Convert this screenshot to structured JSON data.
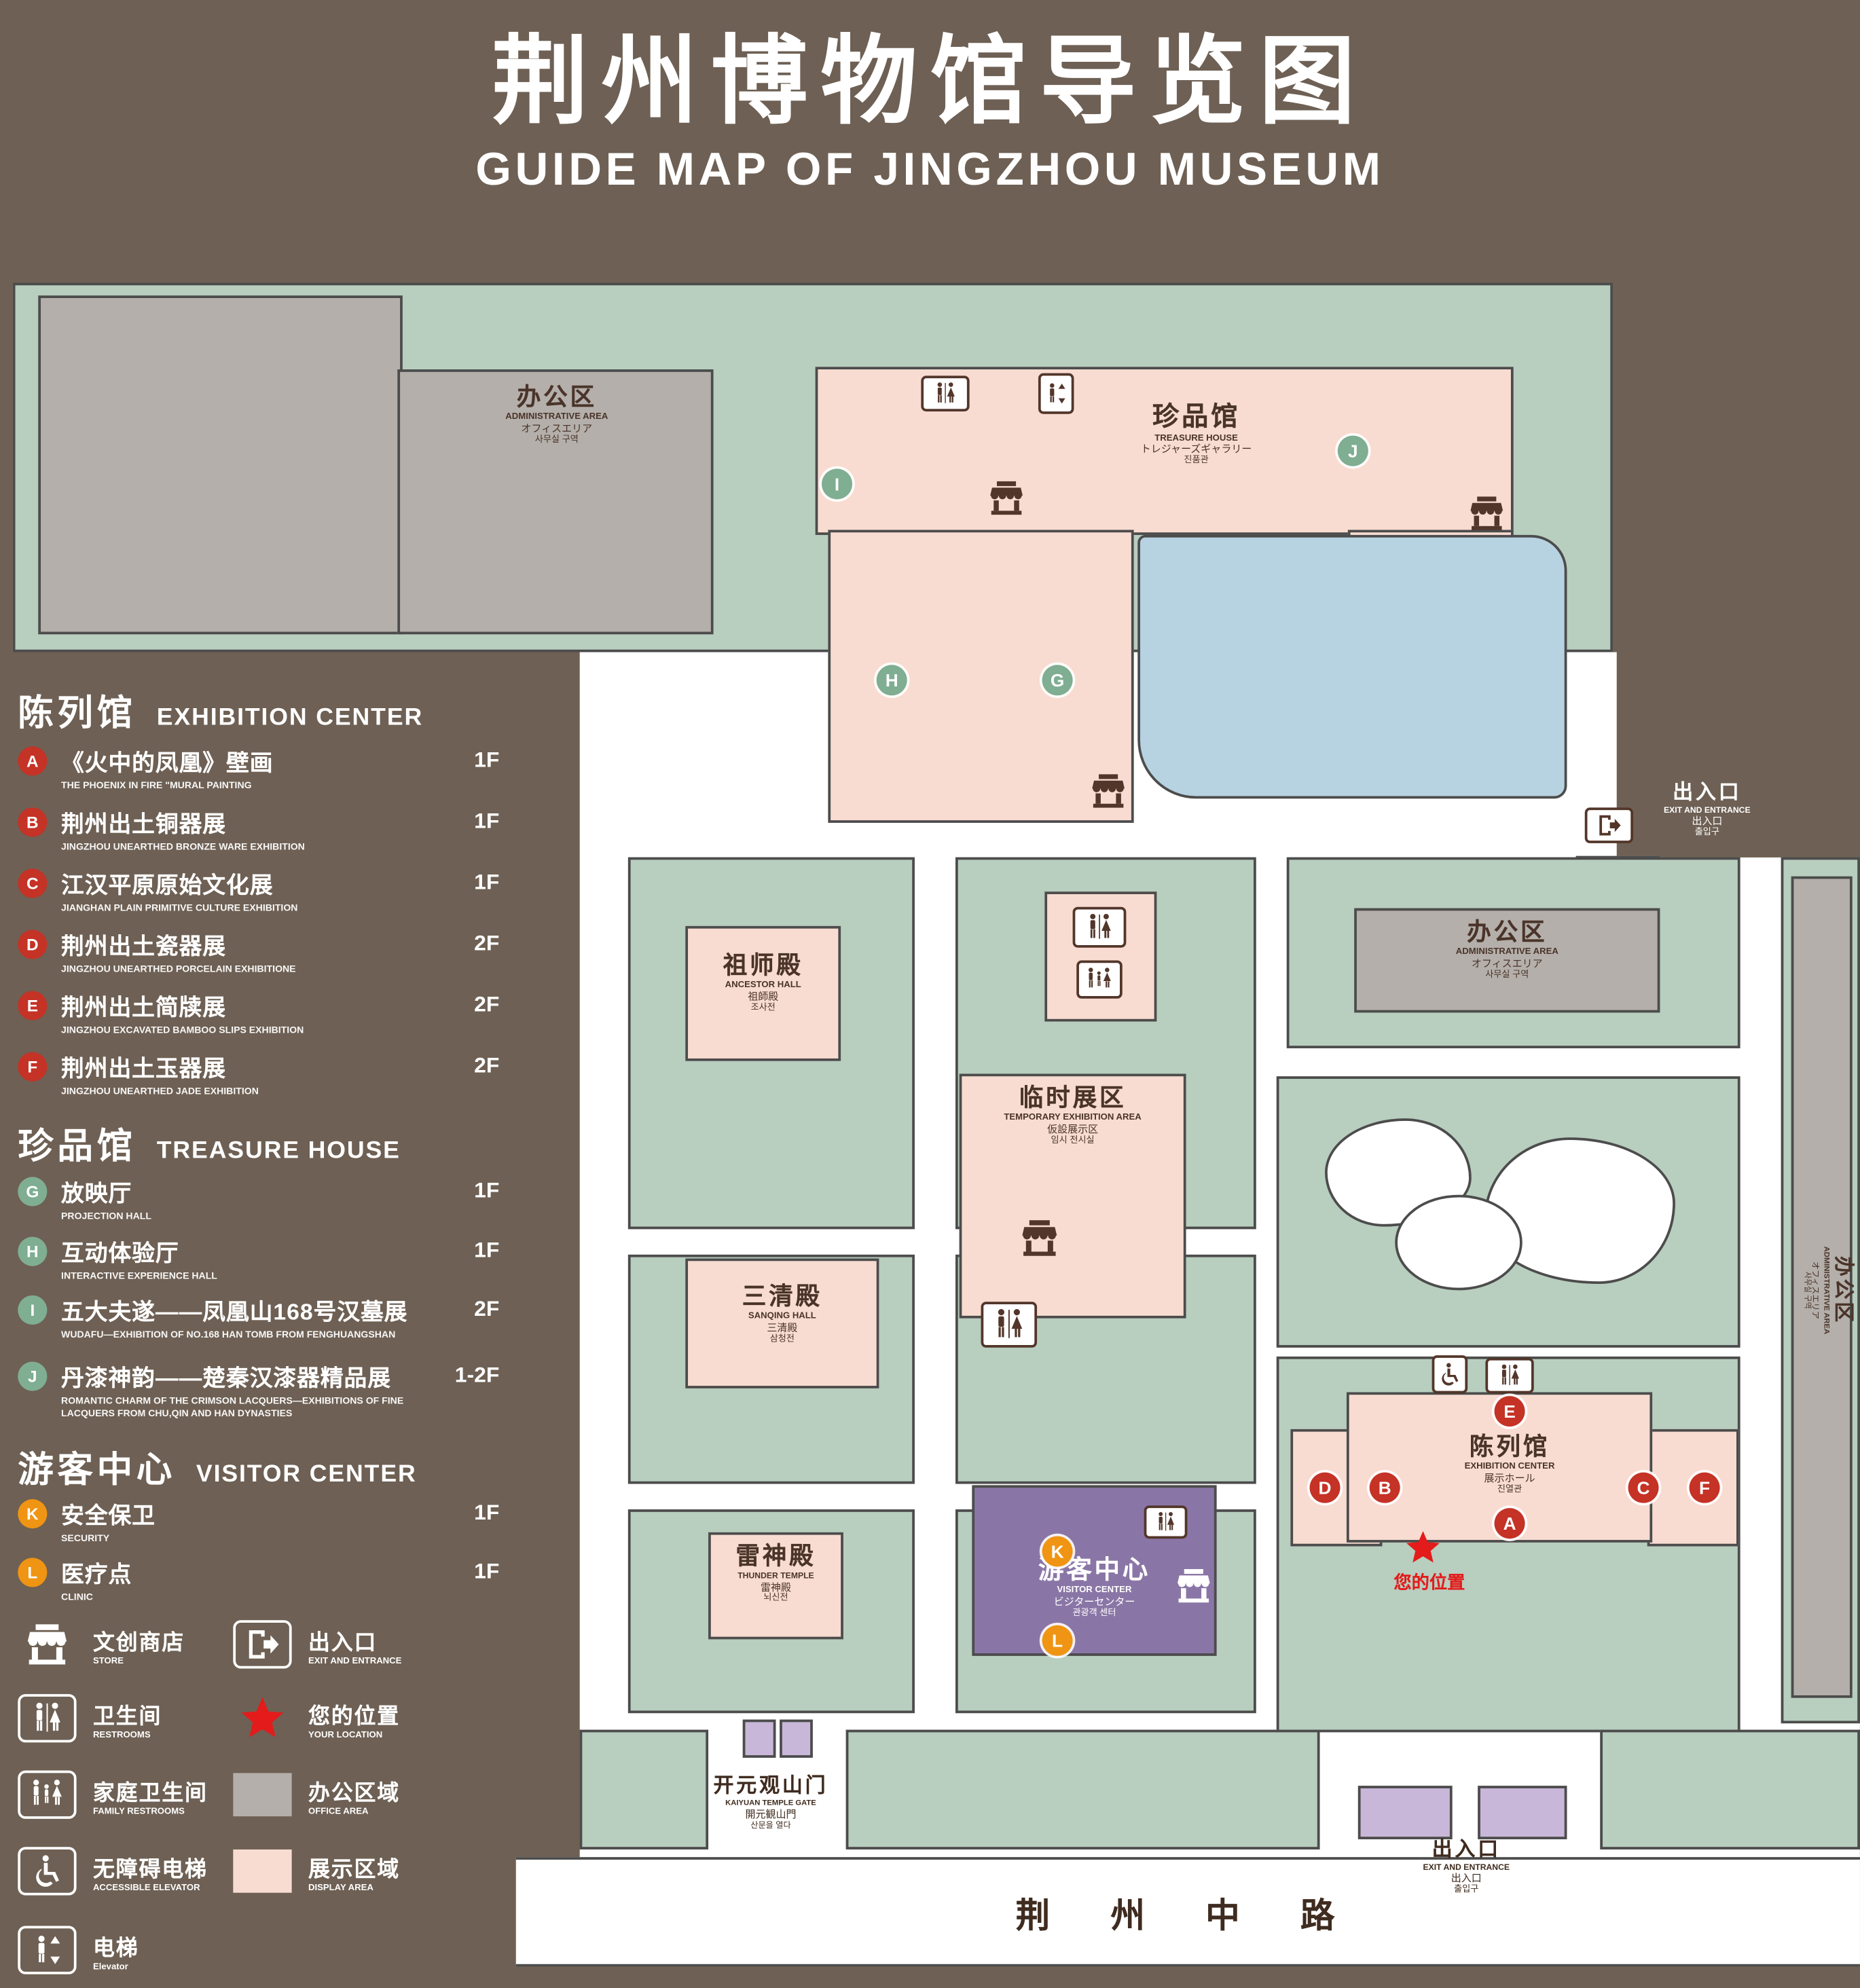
{
  "title": {
    "zh": "荆州博物馆导览图",
    "en": "GUIDE MAP OF JINGZHOU MUSEUM"
  },
  "legend": {
    "sections": [
      {
        "zh": "陈列馆",
        "en": "EXHIBITION CENTER",
        "items": [
          {
            "key": "A",
            "zh": "《火中的凤凰》壁画",
            "en": "THE PHOENIX IN FIRE \"MURAL PAINTING",
            "floor": "1F"
          },
          {
            "key": "B",
            "zh": "荆州出土铜器展",
            "en": "JINGZHOU UNEARTHED BRONZE WARE EXHIBITION",
            "floor": "1F"
          },
          {
            "key": "C",
            "zh": "江汉平原原始文化展",
            "en": "JIANGHAN PLAIN PRIMITIVE CULTURE EXHIBITION",
            "floor": "1F"
          },
          {
            "key": "D",
            "zh": "荆州出土瓷器展",
            "en": "JINGZHOU UNEARTHED PORCELAIN EXHIBITIONE",
            "floor": "2F"
          },
          {
            "key": "E",
            "zh": "荆州出土简牍展",
            "en": "JINGZHOU EXCAVATED BAMBOO SLIPS EXHIBITION",
            "floor": "2F"
          },
          {
            "key": "F",
            "zh": "荆州出土玉器展",
            "en": "JINGZHOU UNEARTHED JADE EXHIBITION",
            "floor": "2F"
          }
        ]
      },
      {
        "zh": "珍品馆",
        "en": "TREASURE HOUSE",
        "items": [
          {
            "key": "G",
            "zh": "放映厅",
            "en": "PROJECTION HALL",
            "floor": "1F"
          },
          {
            "key": "H",
            "zh": "互动体验厅",
            "en": "INTERACTIVE EXPERIENCE HALL",
            "floor": "1F"
          },
          {
            "key": "I",
            "zh": "五大夫遂——凤凰山168号汉墓展",
            "en": "WUDAFU—EXHIBITION OF NO.168 HAN TOMB FROM FENGHUANGSHAN",
            "floor": "2F"
          },
          {
            "key": "J",
            "zh": "丹漆神韵——楚秦汉漆器精品展",
            "en": "ROMANTIC CHARM OF THE CRIMSON LACQUERS—EXHIBITIONS OF FINE LACQUERS FROM CHU,QIN AND HAN DYNASTIES",
            "floor": "1-2F"
          }
        ]
      },
      {
        "zh": "游客中心",
        "en": "VISITOR CENTER",
        "items": [
          {
            "key": "K",
            "zh": "安全保卫",
            "en": "SECURITY",
            "floor": "1F"
          },
          {
            "key": "L",
            "zh": "医疗点",
            "en": "CLINIC",
            "floor": "1F"
          }
        ]
      }
    ],
    "icons": [
      {
        "name": "store",
        "zh": "文创商店",
        "en": "STORE"
      },
      {
        "name": "exit",
        "zh": "出入口",
        "en": "EXIT AND ENTRANCE"
      },
      {
        "name": "restrooms",
        "zh": "卫生间",
        "en": "RESTROOMS"
      },
      {
        "name": "your-location",
        "zh": "您的位置",
        "en": "YOUR LOCATION"
      },
      {
        "name": "family-restrooms",
        "zh": "家庭卫生间",
        "en": "FAMILY RESTROOMS"
      },
      {
        "name": "office-area",
        "zh": "办公区域",
        "en": "OFFICE AREA"
      },
      {
        "name": "accessible-elevator",
        "zh": "无障碍电梯",
        "en": "ACCESSIBLE ELEVATOR"
      },
      {
        "name": "display-area",
        "zh": "展示区域",
        "en": "DISPLAY AREA"
      },
      {
        "name": "elevator",
        "zh": "电梯",
        "en": "Elevator"
      }
    ]
  },
  "map": {
    "buildings": {
      "admin": {
        "zh": "办公区",
        "en": "ADMINISTRATIVE AREA",
        "ja": "オフィスエリア",
        "ko": "사무실 구역"
      },
      "treasure_house": {
        "zh": "珍品馆",
        "en": "TREASURE HOUSE",
        "ja": "トレジャーズギャラリー",
        "ko": "진품관"
      },
      "ancestor_hall": {
        "zh": "祖师殿",
        "en": "ANCESTOR HALL",
        "ja": "祖師殿",
        "ko": "조사전"
      },
      "temporary_exhibition": {
        "zh": "临时展区",
        "en": "TEMPORARY EXHIBITION AREA",
        "ja": "仮設展示区",
        "ko": "임시 전시실"
      },
      "sanqing_hall": {
        "zh": "三清殿",
        "en": "SANQING HALL",
        "ja": "三清殿",
        "ko": "삼청전"
      },
      "thunder_temple": {
        "zh": "雷神殿",
        "en": "THUNDER TEMPLE",
        "ja": "雷神殿",
        "ko": "뇌신전"
      },
      "visitor_center": {
        "zh": "游客中心",
        "en": "VISITOR CENTER",
        "ja": "ビジターセンター",
        "ko": "관광객 센터"
      },
      "exhibition_center": {
        "zh": "陈列馆",
        "en": "EXHIBITION CENTER",
        "ja": "展示ホール",
        "ko": "진열관"
      },
      "kaiyuan_gate": {
        "zh": "开元观山门",
        "en": "KAIYUAN TEMPLE GATE",
        "ja": "開元観山門",
        "ko": "산문을 열다"
      }
    },
    "exit": {
      "zh": "出入口",
      "en": "EXIT AND ENTRANCE",
      "ja": "出入口",
      "ko": "출입구"
    },
    "road": "荆 州 中 路",
    "your_location": "您的位置"
  },
  "colors": {
    "background": "#6e6054",
    "courtyard_green": "#b8cebf",
    "display_area": "#f8dcd1",
    "office_area": "#b4afaa",
    "water": "#b7d3e1",
    "visitor_center": "#8a76a6",
    "entrance_purple": "#c9b7d9",
    "marker_red": "#c53226",
    "marker_green": "#7fae92",
    "marker_orange": "#ef9413",
    "icon_brown": "#53362a"
  }
}
